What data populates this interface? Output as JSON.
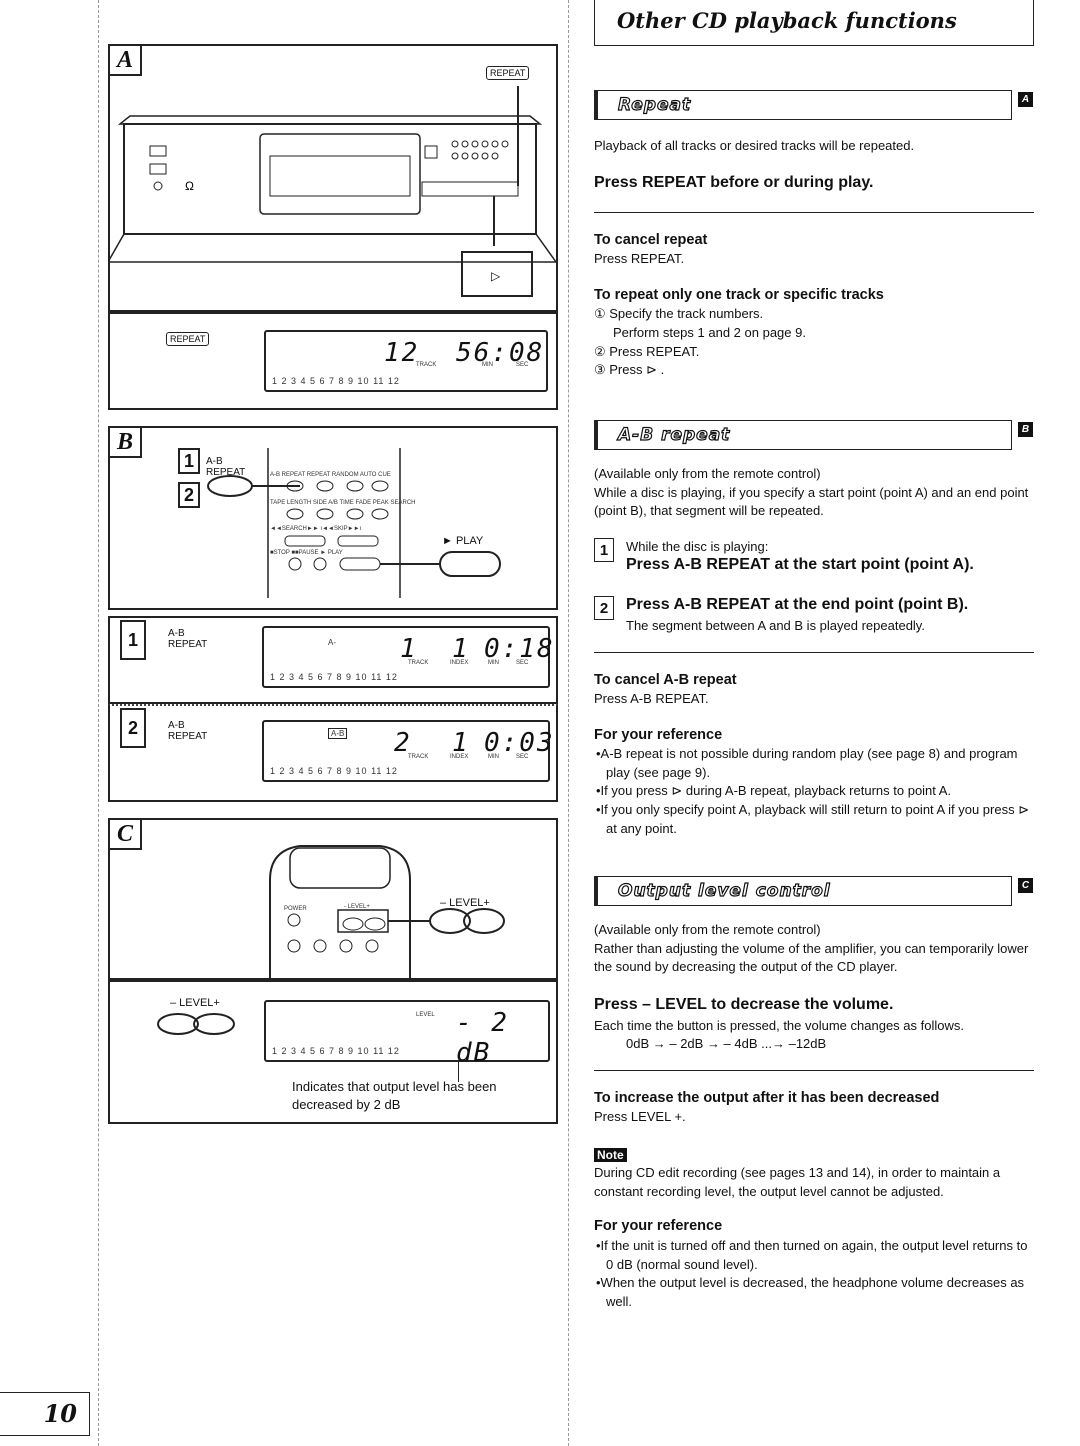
{
  "header": {
    "title": "Other CD playback functions"
  },
  "page_number": "10",
  "figures": {
    "A": {
      "tag": "A",
      "repeat_key": "REPEAT",
      "play_key": "▷",
      "display": {
        "track": "12",
        "time": "56:08",
        "track_label": "TRACK",
        "min_label": "MIN",
        "sec_label": "SEC",
        "track_bar": "1 2 3 4 5 6 7 8 9 10 11 12"
      }
    },
    "B": {
      "tag": "B",
      "step1": "1",
      "step2": "2",
      "ab_repeat_label": "A-B\nREPEAT",
      "play_label": "► PLAY",
      "remote_row1": "A-B REPEAT  REPEAT  RANDOM  AUTO CUE",
      "remote_row2": "TAPE LENGTH  SIDE A/B  TIME FADE  PEAK SEARCH",
      "remote_row3": "◄◄SEARCH►►   ı◄◄SKIP►►ı",
      "remote_row4": "■STOP ■■PAUSE   ► PLAY",
      "display1": {
        "a_mark": "A-",
        "track": "1",
        "index": "1",
        "time": "0:18",
        "track_label": "TRACK",
        "index_label": "INDEX",
        "min_label": "MIN",
        "sec_label": "SEC"
      },
      "display2": {
        "ab_mark": "A-B",
        "track": "2",
        "index": "1",
        "time": "0:03",
        "track_label": "TRACK",
        "index_label": "INDEX",
        "min_label": "MIN",
        "sec_label": "SEC"
      }
    },
    "C": {
      "tag": "C",
      "level_label": "– LEVEL+",
      "power_label": "POWER",
      "remote_level_chip": "- LEVEL+",
      "display": {
        "level_label": "LEVEL",
        "value": "- 2 dB"
      },
      "caption": "Indicates that output level has been decreased by 2 dB"
    }
  },
  "repeat": {
    "title": "Repeat",
    "letter": "A",
    "intro": "Playback of all tracks or desired tracks will be repeated.",
    "instruction": "Press REPEAT before or during play.",
    "cancel_heading": "To cancel repeat",
    "cancel_text": "Press REPEAT.",
    "one_track_heading": "To repeat only one track or specific tracks",
    "steps": [
      "① Specify the track numbers.",
      "Perform steps 1 and 2 on page 9.",
      "② Press REPEAT.",
      "③ Press ⊳ ."
    ]
  },
  "ab_repeat": {
    "title": "A-B repeat",
    "letter": "B",
    "intro": "(Available only from the remote control)\nWhile a disc is playing, if you specify a start point (point A) and an end point (point B), that segment will be repeated.",
    "step1_num": "1",
    "step1_small": "While the disc is playing:",
    "step1_text": "Press A-B REPEAT at the start point (point A).",
    "step2_num": "2",
    "step2_text": "Press A-B REPEAT at the end point (point B).",
    "step2_small": "The segment between A and B is played repeatedly.",
    "cancel_heading": "To cancel A-B repeat",
    "cancel_text": "Press A-B REPEAT.",
    "ref_heading": "For your reference",
    "refs": [
      "•A-B repeat is not possible during random play (see page 8) and program play (see page 9).",
      "•If you press ⊳  during A-B repeat, playback returns to point A.",
      "•If you only specify point A, playback will still return to point A if you press ⊳  at any point."
    ]
  },
  "output_level": {
    "title": "Output level control",
    "letter": "C",
    "intro": "(Available only from the remote control)\nRather than adjusting the volume of the amplifier, you can temporarily lower the sound by decreasing the output of the CD player.",
    "instruction": "Press – LEVEL to decrease the volume.",
    "each_time": "Each time the button is pressed, the volume changes as follows.",
    "sequence": "0dB → – 2dB → – 4dB ...→ –12dB",
    "increase_heading": "To increase the output after it has been decreased",
    "increase_text": "Press LEVEL +.",
    "note_label": "Note",
    "note_text": "During CD edit recording (see pages 13 and 14), in order to maintain a constant recording level, the output level cannot be adjusted.",
    "ref_heading": "For your reference",
    "refs": [
      "•If the unit is turned off and then turned on again, the output level returns to 0 dB (normal sound level).",
      "•When the output level is decreased, the headphone volume decreases as well."
    ]
  }
}
